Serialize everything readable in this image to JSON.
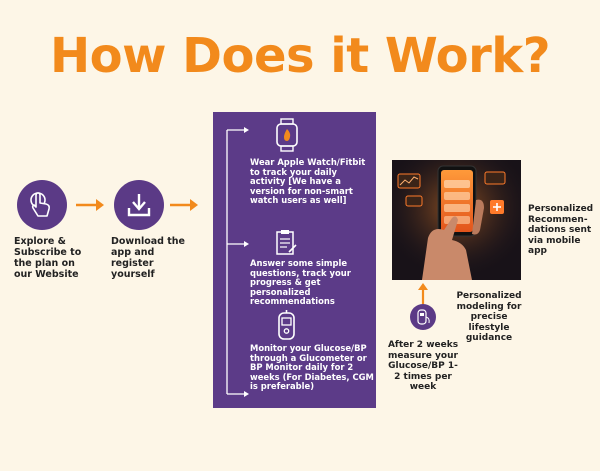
{
  "title": "How Does it Work?",
  "colors": {
    "accent": "#f28a1c",
    "purple": "#5c3b88"
  },
  "steps": {
    "explore": "Explore & Subscribe to the plan on our Website",
    "download": "Download the app and register yourself"
  },
  "panel_items": [
    {
      "text": "Wear Apple Watch/Fitbit to track your daily activity [We have a version for non-smart watch users as well]"
    },
    {
      "text": "Answer some simple questions, track your progress & get personalized recommendations"
    },
    {
      "text": "Monitor your Glucose/BP through a Glucometer or BP Monitor daily for 2 weeks (For Diabetes, CGM is preferable)"
    }
  ],
  "right": {
    "recommendations": "Personalized Recommen-dations sent via mobile app",
    "modeling": "Personalized modeling for precise lifestyle guidance",
    "measure": "After 2 weeks measure your Glucose/BP 1-2 times per week"
  }
}
